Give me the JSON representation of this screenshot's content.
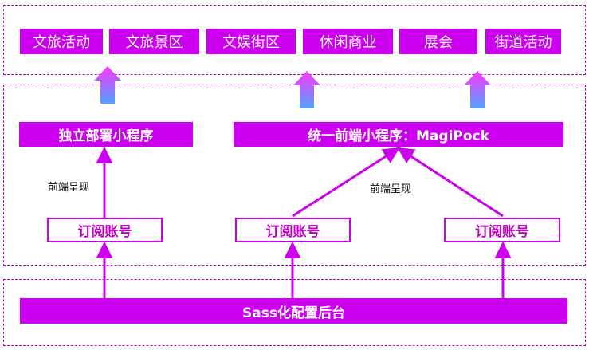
{
  "scenarios": [
    "文旅活动",
    "文旅景区",
    "文娱街区",
    "休闲商业",
    "展会",
    "街道活动"
  ],
  "apps": {
    "independent": "独立部署小程序",
    "unified": "统一前端小程序：MagiPock"
  },
  "subscriptions": [
    "订阅账号",
    "订阅账号",
    "订阅账号"
  ],
  "frontend_labels": [
    "前端呈现",
    "前端呈现"
  ],
  "backend": "Sass化配置后台",
  "colors": {
    "primary": "#cc00ee",
    "dashed_border": "#c000c0",
    "arrow_top": "#ff33ff",
    "arrow_bottom": "#4fa3ff"
  }
}
